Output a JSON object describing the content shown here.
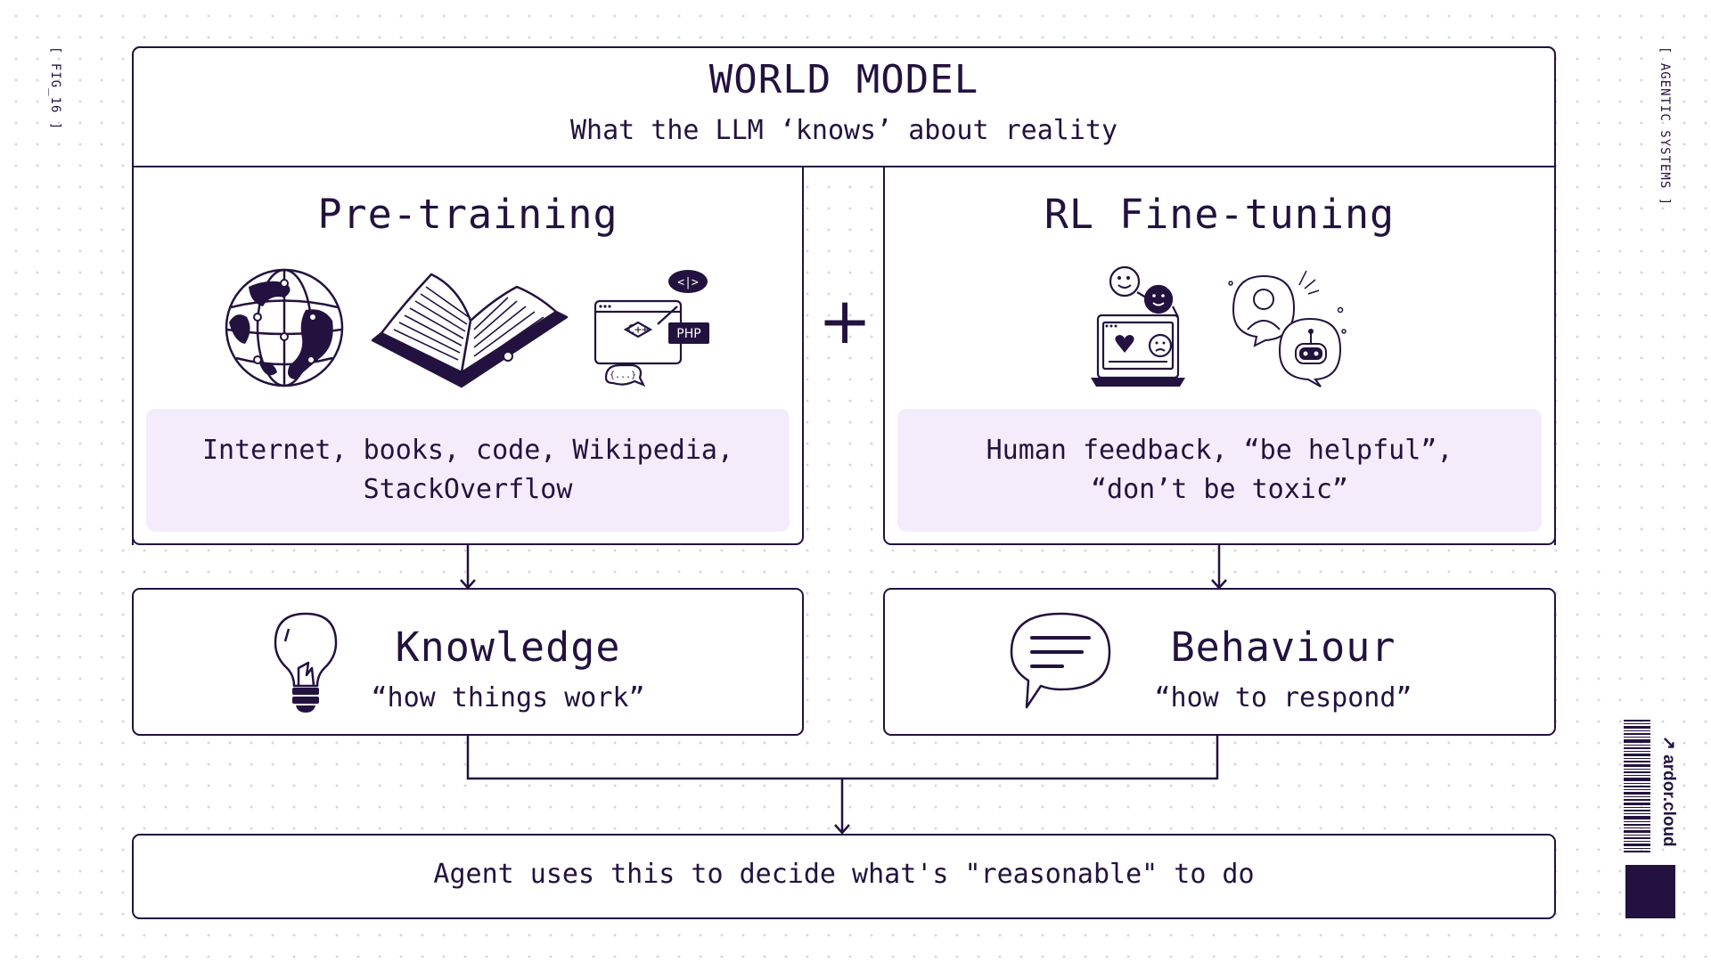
{
  "side_labels": {
    "figure": "[ FIG_16 ]",
    "series": "[ AGENTIC SYSTEMS ]",
    "brand": "↗ ardor.cloud"
  },
  "header": {
    "title": "WORLD MODEL",
    "subtitle": "What the LLM ‘knows’ about reality"
  },
  "pretraining": {
    "title": "Pre-training",
    "description_line1": "Internet, books, code, Wikipedia,",
    "description_line2": "StackOverflow",
    "icons": [
      "globe-icon",
      "open-book-icon",
      "code-window-icon"
    ],
    "icon_texts": {
      "cpp": "C++",
      "php": "PHP",
      "tag": "<|>",
      "braces": "{...}"
    }
  },
  "plus_symbol": "+",
  "finetuning": {
    "title": "RL Fine-tuning",
    "description_line1": "Human feedback, “be helpful”,",
    "description_line2": "“don’t be toxic”",
    "icons": [
      "laptop-feedback-icon",
      "human-robot-chat-icon"
    ]
  },
  "knowledge": {
    "title": "Knowledge",
    "subtitle": "“how things work”",
    "icon": "lightbulb-icon"
  },
  "behaviour": {
    "title": "Behaviour",
    "subtitle": "“how to respond”",
    "icon": "speech-bubble-icon"
  },
  "agent": {
    "text": "Agent uses this to decide what's \"reasonable\" to do"
  },
  "colors": {
    "ink": "#23123f",
    "panel_fill": "#f5ecfb",
    "background": "#ffffff",
    "dot_grid": "#d9d4e2"
  }
}
